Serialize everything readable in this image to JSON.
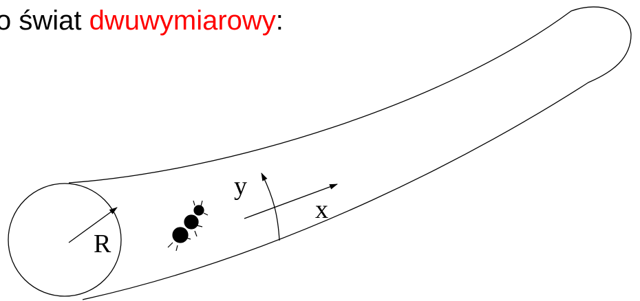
{
  "heading": {
    "text_before": "o świat ",
    "highlight": "dwuwymiarowy",
    "text_after": ":",
    "highlight_color": "#ff0000"
  },
  "figure": {
    "radius_label": "R",
    "x_axis_label": "x",
    "y_axis_label": "y",
    "stroke_color": "#000000"
  }
}
